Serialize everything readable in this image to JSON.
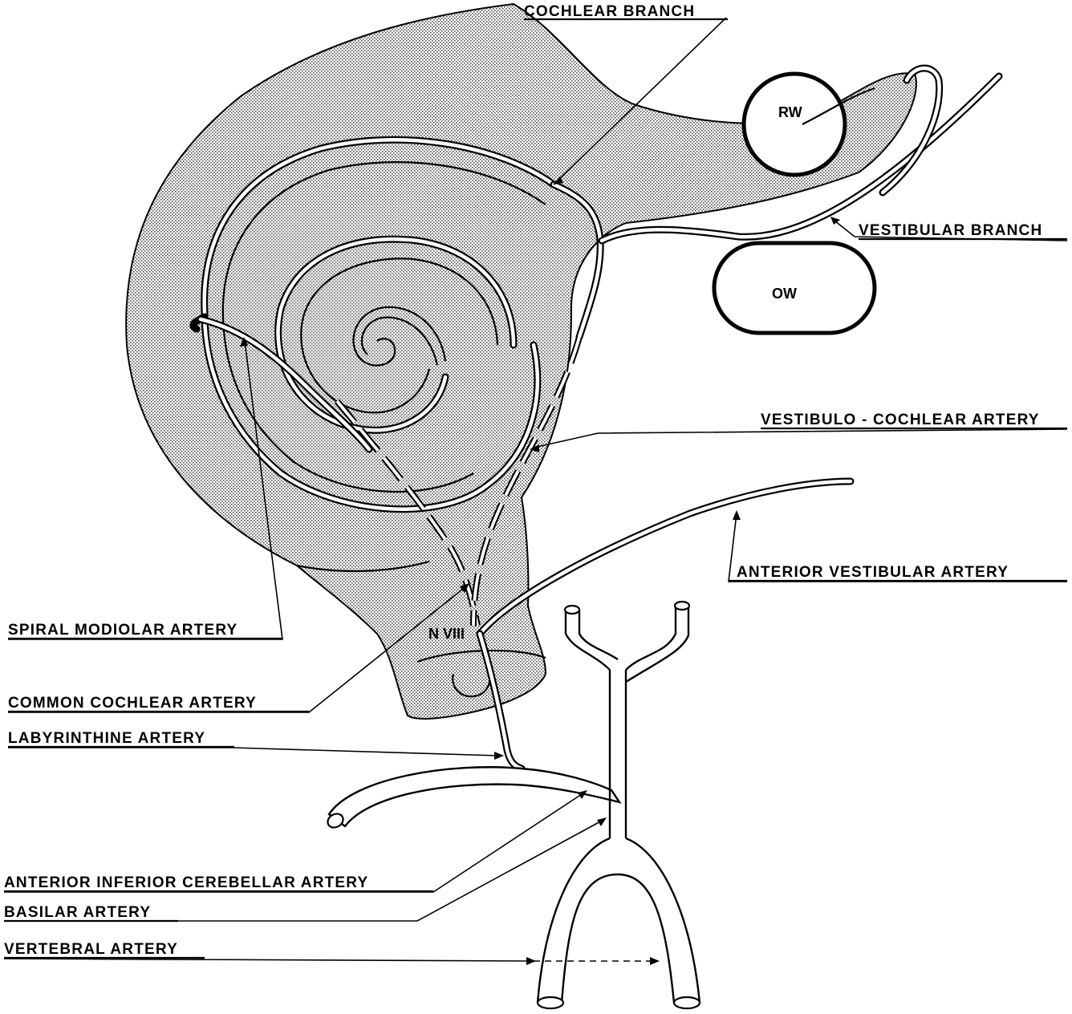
{
  "labels": {
    "cochlear_branch": "COCHLEAR BRANCH",
    "vestibular_branch": "VESTIBULAR BRANCH",
    "vestibulo_cochlear_artery": "VESTIBULO - COCHLEAR ARTERY",
    "anterior_vestibular_artery": "ANTERIOR VESTIBULAR ARTERY",
    "spiral_modiolar_artery": "SPIRAL MODIOLAR ARTERY",
    "common_cochlear_artery": "COMMON COCHLEAR ARTERY",
    "labyrinthine_artery": "LABYRINTHINE ARTERY",
    "anterior_inferior_cerebellar_artery": "ANTERIOR INFERIOR CEREBELLAR ARTERY",
    "basilar_artery": "BASILAR ARTERY",
    "vertebral_artery": "VERTEBRAL ARTERY",
    "round_window": "RW",
    "oval_window": "OW",
    "nerve": "N VIII"
  },
  "colors": {
    "ink": "#000000",
    "paper": "#ffffff",
    "stipple": "#bdbdbd"
  }
}
